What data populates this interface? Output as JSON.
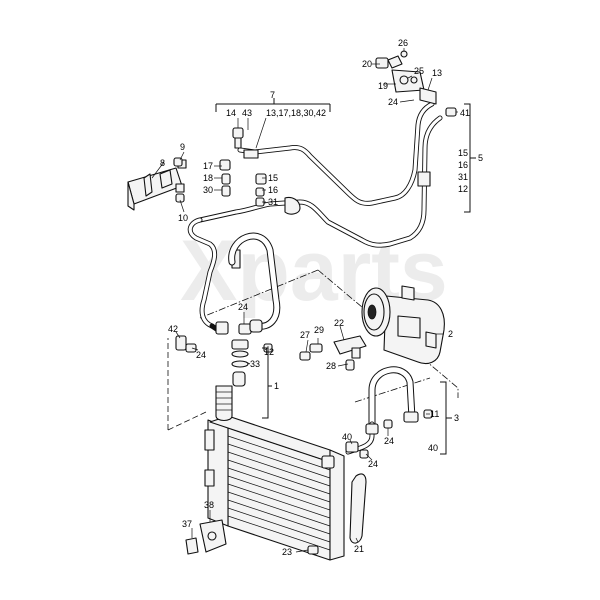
{
  "watermark": "Xparts",
  "callouts": {
    "c1": "1",
    "c2": "2",
    "c3": "3",
    "c5": "5",
    "c7": "7",
    "c7sub": "13,17,18,30,42",
    "c8": "8",
    "c9": "9",
    "c10": "10",
    "c11": "11",
    "c12a": "12",
    "c12b": "12",
    "c13": "13",
    "c14": "14",
    "c15a": "15",
    "c15b": "15",
    "c16a": "16",
    "c16b": "16",
    "c17": "17",
    "c18": "18",
    "c19": "19",
    "c20": "20",
    "c21": "21",
    "c22": "22",
    "c23": "23",
    "c24a": "24",
    "c24b": "24",
    "c24c": "24",
    "c24d": "24",
    "c24e": "24",
    "c25": "25",
    "c26": "26",
    "c27": "27",
    "c28": "28",
    "c29": "29",
    "c30": "30",
    "c31a": "31",
    "c31b": "31",
    "c33": "33",
    "c37": "37",
    "c38": "38",
    "c40a": "40",
    "c40b": "40",
    "c41": "41",
    "c42": "42",
    "c43": "43"
  }
}
